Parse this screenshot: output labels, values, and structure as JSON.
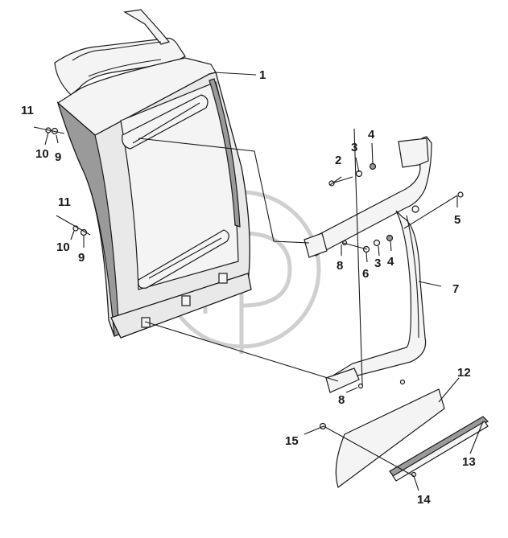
{
  "callouts": [
    {
      "id": "c1",
      "text": "1"
    },
    {
      "id": "c2",
      "text": "2"
    },
    {
      "id": "c3a",
      "text": "3"
    },
    {
      "id": "c4a",
      "text": "4"
    },
    {
      "id": "c5",
      "text": "5"
    },
    {
      "id": "c3b",
      "text": "3"
    },
    {
      "id": "c4b",
      "text": "4"
    },
    {
      "id": "c6",
      "text": "6"
    },
    {
      "id": "c7",
      "text": "7"
    },
    {
      "id": "c8a",
      "text": "8"
    },
    {
      "id": "c8b",
      "text": "8"
    },
    {
      "id": "c9a",
      "text": "9"
    },
    {
      "id": "c9b",
      "text": "9"
    },
    {
      "id": "c10a",
      "text": "10"
    },
    {
      "id": "c10b",
      "text": "10"
    },
    {
      "id": "c11a",
      "text": "11"
    },
    {
      "id": "c11b",
      "text": "11"
    },
    {
      "id": "c12",
      "text": "12"
    },
    {
      "id": "c13",
      "text": "13"
    },
    {
      "id": "c14",
      "text": "14"
    },
    {
      "id": "c15",
      "text": "15"
    }
  ],
  "colors": {
    "line": "#1a1a1a",
    "part_fill": "#e9e9e9",
    "watermark": "#cfcfcf"
  }
}
